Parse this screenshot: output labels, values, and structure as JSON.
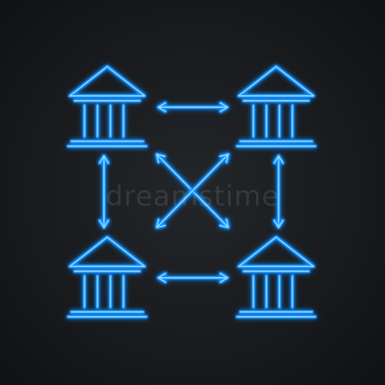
{
  "colors": {
    "glow": "#1f8fff",
    "core": "#8fe0ff",
    "background": "#16181b"
  },
  "buildings": [
    {
      "name": "bank-icon-top-left"
    },
    {
      "name": "bank-icon-top-right"
    },
    {
      "name": "bank-icon-bottom-left"
    },
    {
      "name": "bank-icon-bottom-right"
    }
  ],
  "arrows": [
    {
      "name": "arrow-top-horizontal",
      "icon": "double-arrow"
    },
    {
      "name": "arrow-bottom-horizontal",
      "icon": "double-arrow"
    },
    {
      "name": "arrow-left-vertical",
      "icon": "double-arrow"
    },
    {
      "name": "arrow-right-vertical",
      "icon": "double-arrow"
    },
    {
      "name": "arrow-diagonal-1",
      "icon": "double-arrow"
    },
    {
      "name": "arrow-diagonal-2",
      "icon": "double-arrow"
    }
  ],
  "watermark": "dreamstime"
}
